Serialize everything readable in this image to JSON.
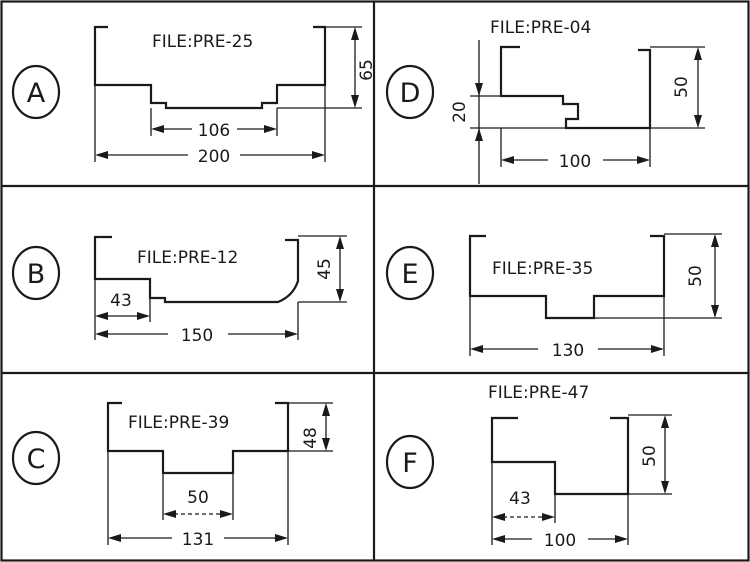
{
  "panels": [
    {
      "letter": "A",
      "file": "FILE:PRE-25",
      "dims": [
        "65",
        "106",
        "200"
      ]
    },
    {
      "letter": "D",
      "file": "FILE:PRE-04",
      "dims": [
        "20",
        "50",
        "100"
      ]
    },
    {
      "letter": "B",
      "file": "FILE:PRE-12",
      "dims": [
        "45",
        "43",
        "150"
      ]
    },
    {
      "letter": "E",
      "file": "FILE:PRE-35",
      "dims": [
        "50",
        "130"
      ]
    },
    {
      "letter": "C",
      "file": "FILE:PRE-39",
      "dims": [
        "48",
        "50",
        "131"
      ]
    },
    {
      "letter": "F",
      "file": "FILE:PRE-47",
      "dims": [
        "50",
        "43",
        "100"
      ]
    }
  ]
}
